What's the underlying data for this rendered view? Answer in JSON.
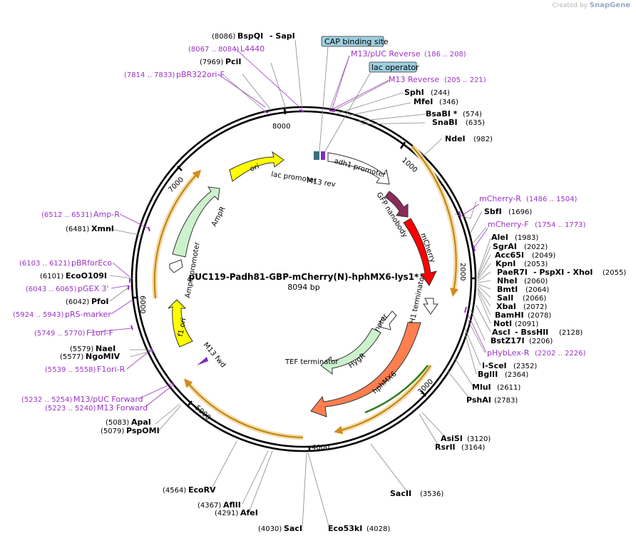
{
  "credit": {
    "prefix": "Created by",
    "brand": "SnapGene"
  },
  "plasmid": {
    "name": "pUC119-Padh81-GBP-mCherry(N)-hphMX6-lys1*",
    "size": "8094 bp"
  },
  "ring_ticks": [
    "1000",
    "2000",
    "3000",
    "4000",
    "5000",
    "6000",
    "7000",
    "8000"
  ],
  "boxed_features": [
    {
      "label": "CAP binding site"
    },
    {
      "label": "lac operator"
    }
  ],
  "features": [
    {
      "label": "ori"
    },
    {
      "label": "AmpR"
    },
    {
      "label": "AmpR promoter"
    },
    {
      "label": "f1 ori"
    },
    {
      "label": "M13 fwd"
    },
    {
      "label": "lac promoter"
    },
    {
      "label": "M13 rev"
    },
    {
      "label": "adh1 promoter"
    },
    {
      "label": "GFP nanobody"
    },
    {
      "label": "mCherry"
    },
    {
      "label": "ADH1 terminator"
    },
    {
      "label": "TEF promoter"
    },
    {
      "label": "HygR"
    },
    {
      "label": "hphMX6"
    },
    {
      "label": "TEF terminator"
    }
  ],
  "sites": [
    {
      "pos": "(8086)",
      "name": "BspQI",
      "extra": "- SapI"
    },
    {
      "pos": "(7969)",
      "name": "PciI"
    },
    {
      "pos": "(6481)",
      "name": "XmnI"
    },
    {
      "pos": "(6101)",
      "name": "EcoO109I"
    },
    {
      "pos": "(6042)",
      "name": "PfoI"
    },
    {
      "pos": "(5579)",
      "name": "NaeI"
    },
    {
      "pos": "(5577)",
      "name": "NgoMIV"
    },
    {
      "pos": "(5083)",
      "name": "ApaI"
    },
    {
      "pos": "(5079)",
      "name": "PspOMI"
    },
    {
      "pos": "(4564)",
      "name": "EcoRV"
    },
    {
      "pos": "(4367)",
      "name": "AflII"
    },
    {
      "pos": "(4291)",
      "name": "AfeI"
    },
    {
      "pos": "(4030)",
      "name": "SacI"
    },
    {
      "pos": "(4028)",
      "name": "Eco53kI"
    },
    {
      "pos": "(3536)",
      "name": "SacII"
    },
    {
      "pos": "(3120)",
      "name": "AsiSI"
    },
    {
      "pos": "(3164)",
      "name": "RsrII"
    },
    {
      "pos": "(2783)",
      "name": "PshAI"
    },
    {
      "pos": "(2611)",
      "name": "MluI"
    },
    {
      "pos": "(2364)",
      "name": "BglII"
    },
    {
      "pos": "(2352)",
      "name": "I-SceI"
    },
    {
      "pos": "(2206)",
      "name": "BstZ17I"
    },
    {
      "pos": "(2128)",
      "name": "AscI",
      "extra": "- BssHII"
    },
    {
      "pos": "(2091)",
      "name": "NotI"
    },
    {
      "pos": "(2078)",
      "name": "BamHI"
    },
    {
      "pos": "(2072)",
      "name": "XbaI"
    },
    {
      "pos": "(2066)",
      "name": "SalI"
    },
    {
      "pos": "(2064)",
      "name": "BmtI"
    },
    {
      "pos": "(2060)",
      "name": "NheI"
    },
    {
      "pos": "(2055)",
      "name": "PaeR7I",
      "extra": "- PspXI   - XhoI"
    },
    {
      "pos": "(2053)",
      "name": "KpnI"
    },
    {
      "pos": "(2049)",
      "name": "Acc65I"
    },
    {
      "pos": "(2022)",
      "name": "SgrAI"
    },
    {
      "pos": "(1983)",
      "name": "AleI"
    },
    {
      "pos": "(1696)",
      "name": "SbfI"
    },
    {
      "pos": "(982)",
      "name": "NdeI"
    },
    {
      "pos": "(635)",
      "name": "SnaBI"
    },
    {
      "pos": "(574)",
      "name": "BsaBI *"
    },
    {
      "pos": "(346)",
      "name": "MfeI"
    },
    {
      "pos": "(244)",
      "name": "SphI"
    }
  ],
  "primers": [
    {
      "pos": "(8067 .. 8084)",
      "name": "L4440"
    },
    {
      "pos": "(7814 .. 7833)",
      "name": "pBR322ori-F"
    },
    {
      "pos": "(186 .. 208)",
      "name": "M13/pUC Reverse"
    },
    {
      "pos": "(205 .. 221)",
      "name": "M13 Reverse"
    },
    {
      "pos": "(1486 .. 1504)",
      "name": "mCherry-R"
    },
    {
      "pos": "(1754 .. 1773)",
      "name": "mCherry-F"
    },
    {
      "pos": "(2202 .. 2226)",
      "name": "pHybLex-R"
    },
    {
      "pos": "(6512 .. 6531)",
      "name": "Amp-R"
    },
    {
      "pos": "(6103 .. 6121)",
      "name": "pBRforEco"
    },
    {
      "pos": "(6043 .. 6065)",
      "name": "pGEX 3'"
    },
    {
      "pos": "(5924 .. 5943)",
      "name": "pRS-marker"
    },
    {
      "pos": "(5749 .. 5770)",
      "name": "F1ori-F"
    },
    {
      "pos": "(5539 .. 5558)",
      "name": "F1ori-R"
    },
    {
      "pos": "(5232 .. 5254)",
      "name": "M13/pUC Forward"
    },
    {
      "pos": "(5223 .. 5240)",
      "name": "M13 Forward"
    }
  ]
}
